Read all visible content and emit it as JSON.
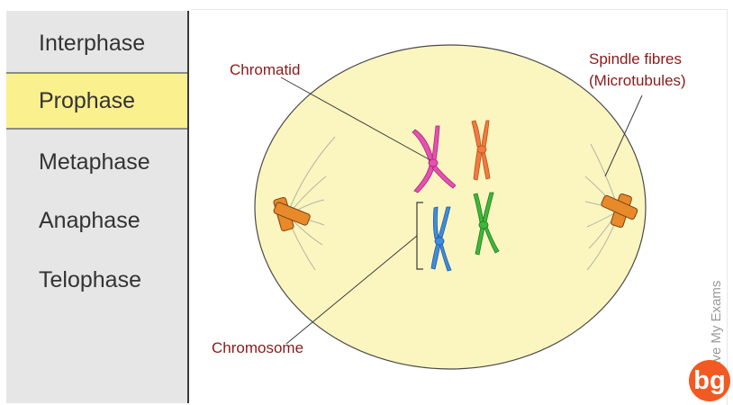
{
  "phases": [
    {
      "label": "Interphase",
      "active": false
    },
    {
      "label": "Prophase",
      "active": true
    },
    {
      "label": "Metaphase",
      "active": false
    },
    {
      "label": "Anaphase",
      "active": false
    },
    {
      "label": "Telophase",
      "active": false
    }
  ],
  "diagram": {
    "labels": {
      "chromatid": "Chromatid",
      "spindle_line1": "Spindle fibres",
      "spindle_line2": "(Microtubules)",
      "chromosome": "Chromosome"
    },
    "chromosome_colors": [
      "#e64fb4",
      "#f47a3c",
      "#3d8ee0",
      "#3db83a"
    ],
    "cell_color": "#fbf5c0",
    "centriole_color": "#e8892a",
    "label_color": "#8b1a1a"
  },
  "watermark": "Save My Exams",
  "badge": "bg"
}
